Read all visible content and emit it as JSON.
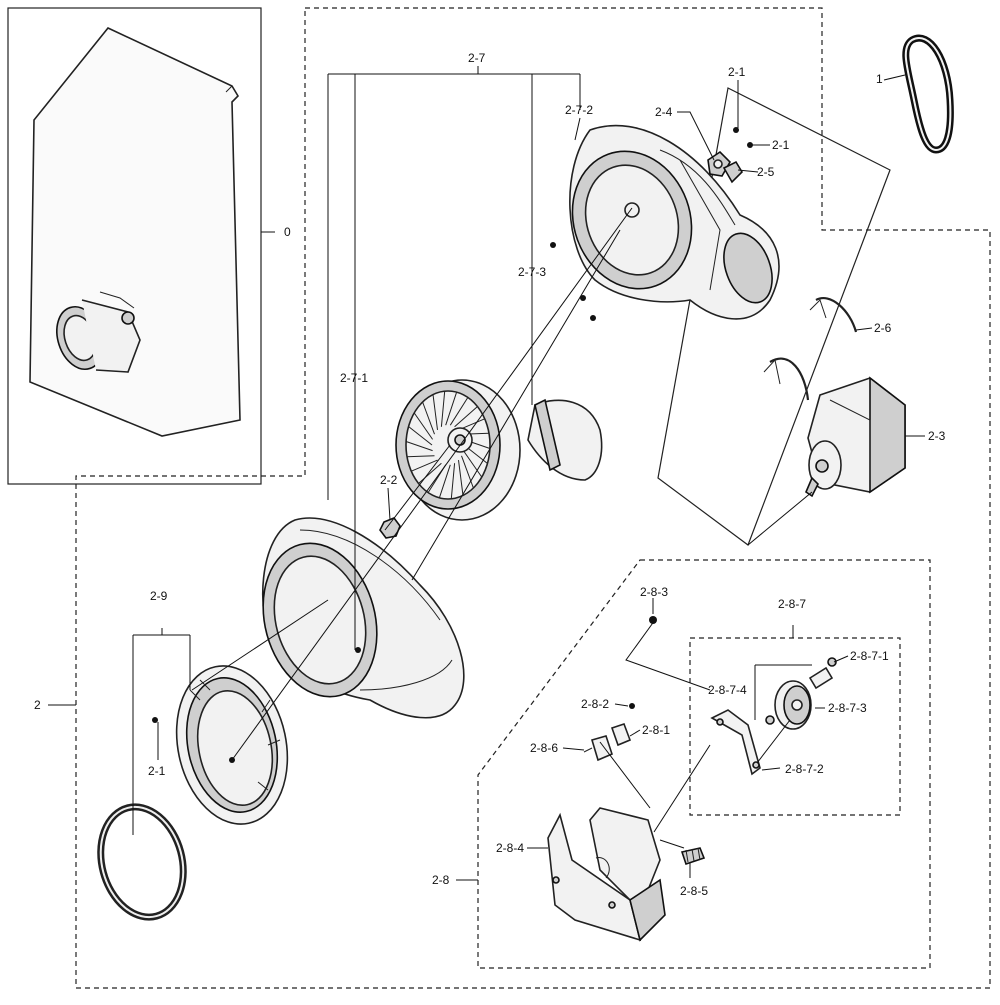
{
  "labels": {
    "l0": "0",
    "l1": "1",
    "l2": "2",
    "l2_1a": "2-1",
    "l2_1b": "2-1",
    "l2_1c": "2-1",
    "l2_2": "2-2",
    "l2_3": "2-3",
    "l2_4": "2-4",
    "l2_5": "2-5",
    "l2_6": "2-6",
    "l2_7": "2-7",
    "l2_7_1": "2-7-1",
    "l2_7_2": "2-7-2",
    "l2_7_3": "2-7-3",
    "l2_8": "2-8",
    "l2_8_1": "2-8-1",
    "l2_8_2": "2-8-2",
    "l2_8_3": "2-8-3",
    "l2_8_4": "2-8-4",
    "l2_8_5": "2-8-5",
    "l2_8_6": "2-8-6",
    "l2_8_7": "2-8-7",
    "l2_8_7_1": "2-8-7-1",
    "l2_8_7_2": "2-8-7-2",
    "l2_8_7_3": "2-8-7-3",
    "l2_8_7_4": "2-8-7-4",
    "l2_9": "2-9"
  }
}
